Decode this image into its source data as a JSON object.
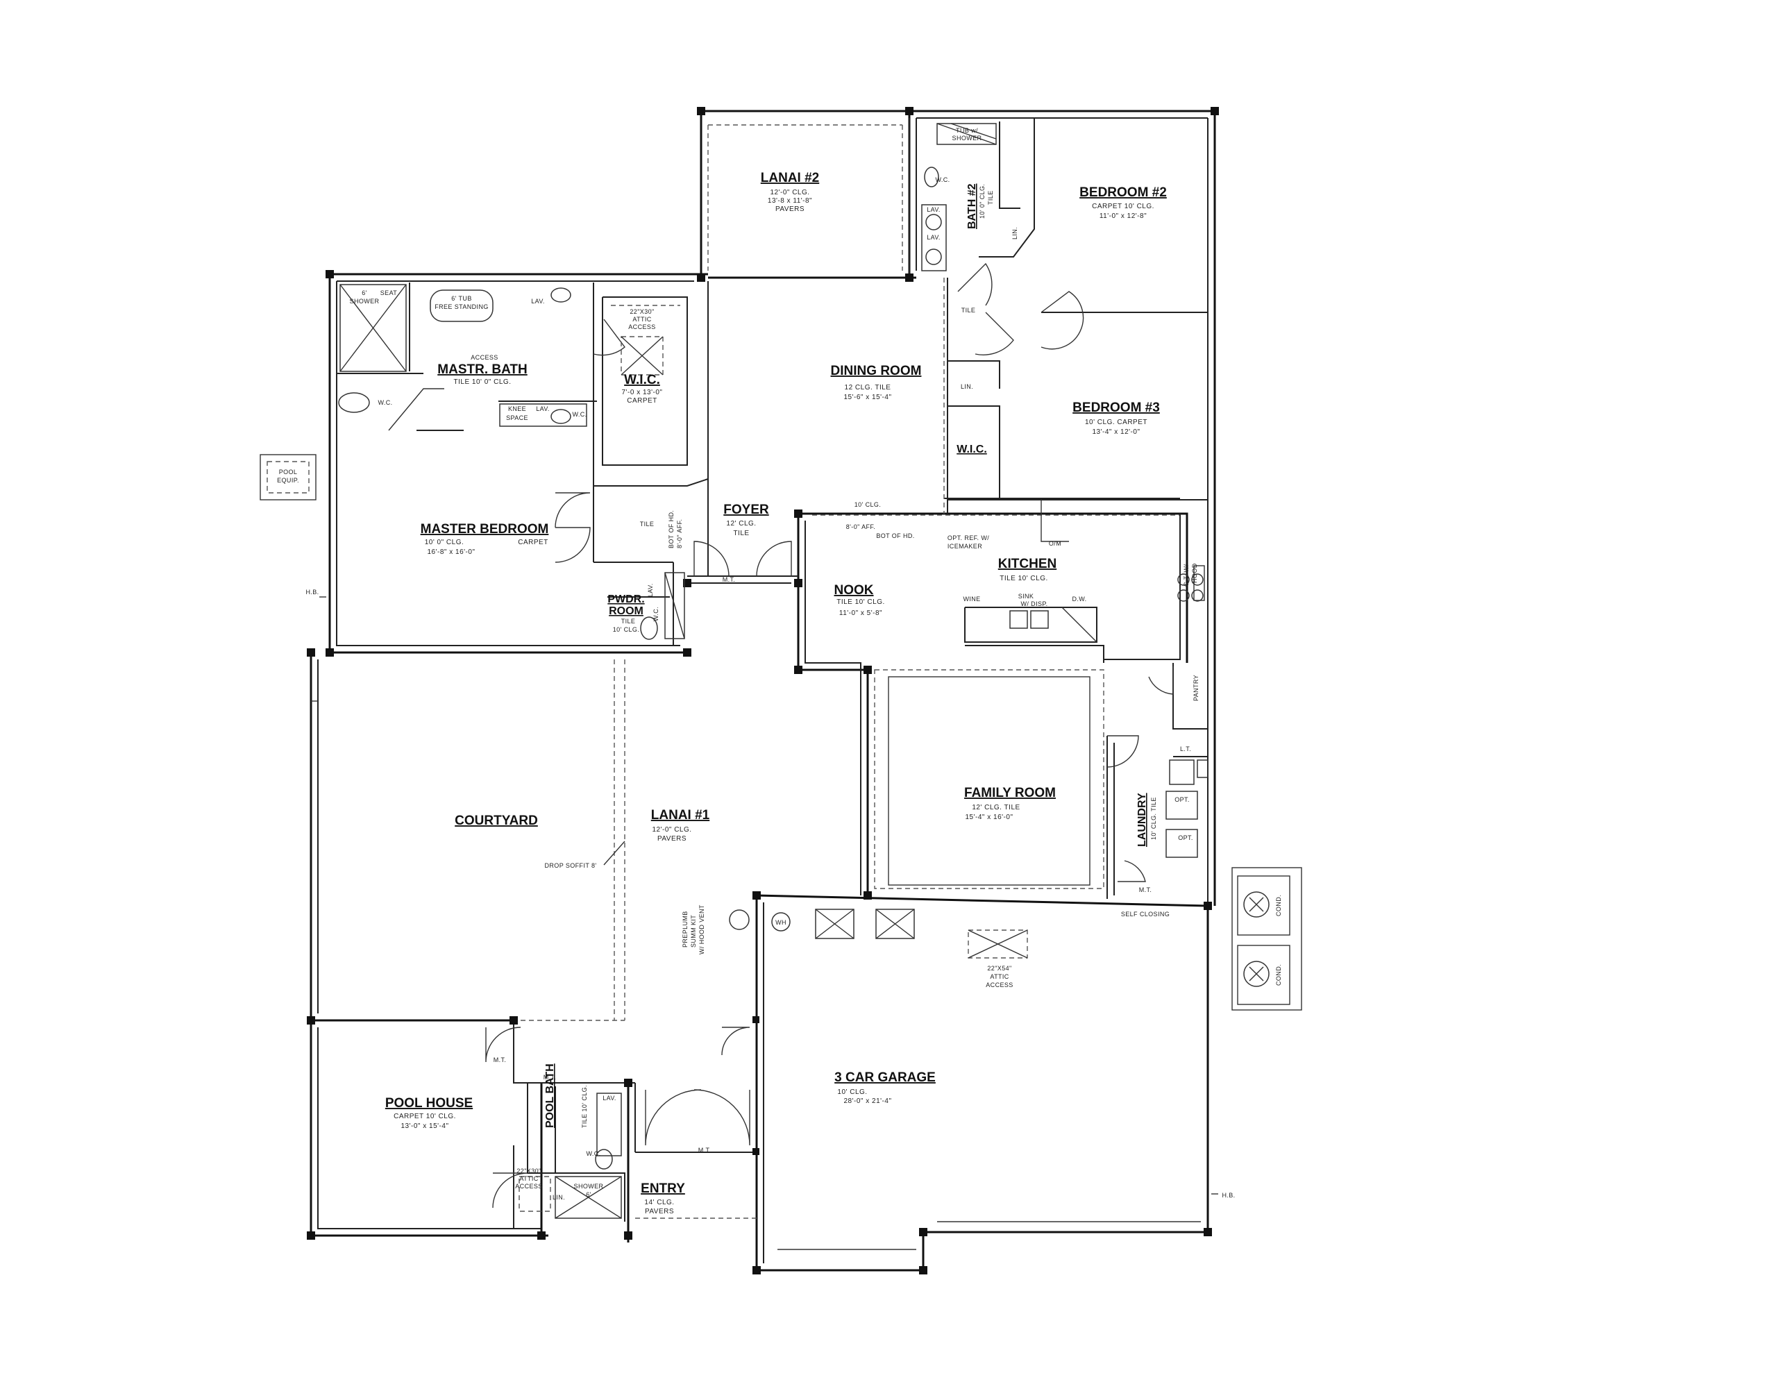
{
  "rooms": {
    "lanai2": {
      "name": "LANAI #2",
      "l1": "12'-0\" CLG.",
      "l2": "13'-8 x 11'-8\"",
      "l3": "PAVERS"
    },
    "bath2": {
      "name": "BATH #2",
      "l1": "10' 0\" CLG.",
      "l2": "TILE"
    },
    "bedroom2": {
      "name": "BEDROOM #2",
      "l1": "CARPET    10' CLG.",
      "l2": "11'-0\" x 12'-8\""
    },
    "mastr_bath": {
      "name": "MASTR. BATH",
      "l1": "TILE  10' 0\" CLG."
    },
    "wic_master": {
      "name": "W.I.C.",
      "l1": "7'-0 x 13'-0\"",
      "l2": "CARPET"
    },
    "dining": {
      "name": "DINING ROOM",
      "l1": "12 CLG.      TILE",
      "l2": "15'-6\" x 15'-4\""
    },
    "bedroom3": {
      "name": "BEDROOM #3",
      "l1": "10' CLG.     CARPET",
      "l2": "13'-4\" x 12'-0\""
    },
    "wic_bed3": {
      "name": "W.I.C."
    },
    "foyer": {
      "name": "FOYER",
      "l1": "12' CLG.",
      "l2": "TILE"
    },
    "master_bedroom": {
      "name": "MASTER BEDROOM",
      "l1": "10' 0\" CLG.",
      "l1b": "CARPET",
      "l2": "16'-8\" x 16'-0\""
    },
    "kitchen": {
      "name": "KITCHEN",
      "l1": "TILE   10' CLG."
    },
    "nook": {
      "name": "NOOK",
      "l1": "TILE   10' CLG.",
      "l2": "11'-0\" x 5'-8\""
    },
    "pwdr": {
      "name1": "PWDR.",
      "name2": "ROOM",
      "l1": "TILE",
      "l2": "10' CLG."
    },
    "courtyard": {
      "name": "COURTYARD"
    },
    "lanai1": {
      "name": "LANAI #1",
      "l1": "12'-0\" CLG.",
      "l2": "PAVERS"
    },
    "family": {
      "name": "FAMILY ROOM",
      "l1": "12' CLG.        TILE",
      "l2": "15'-4\" x 16'-0\""
    },
    "laundry": {
      "name": "LAUNDRY",
      "l1": "10' CLG. TILE"
    },
    "garage": {
      "name": "3 CAR GARAGE",
      "l1": "10' CLG.",
      "l2": "28'-0\" x 21'-4\""
    },
    "pool_house": {
      "name": "POOL HOUSE",
      "l1": "CARPET    10' CLG.",
      "l2": "13'-0\" x 15'-4\""
    },
    "pool_bath": {
      "name": "POOL BATH",
      "l1": "TILE  10' CLG."
    },
    "entry": {
      "name": "ENTRY",
      "l1": "14' CLG.",
      "l2": "PAVERS"
    }
  },
  "notes": {
    "pool_equip_1": "POOL",
    "pool_equip_2": "EQUIP.",
    "hb": "H.B.",
    "attic1_a": "22\"X30\"",
    "attic1_b": "ATTIC",
    "attic1_c": "ACCESS",
    "attic2_a": "22\"X54\"",
    "attic2_b": "ATTIC",
    "attic2_c": "ACCESS",
    "attic3_a": "22\"X30\"",
    "attic3_b": "ATTIC",
    "attic3_c": "ACCESS",
    "access": "ACCESS",
    "tub_a": "6' TUB",
    "tub_b": "FREE STANDING",
    "shower_a": "6'",
    "shower_b": "SHOWER",
    "seat": "SEAT",
    "lav": "LAV.",
    "wc": "W.C.",
    "knee_a": "KNEE",
    "knee_b": "SPACE",
    "tub_shower_a": "TUB w/",
    "tub_shower_b": "SHOWER",
    "lin": "LIN.",
    "tile": "TILE",
    "clg10": "10' CLG.",
    "bot_hd_1": "BOT OF HD.",
    "bot_hd_2": "8'-0\" AFF.",
    "aff_1": "8'-0\" AFF.",
    "aff_2": "BOT OF HD.",
    "opt_ref_1": "OPT. REF. W/",
    "opt_ref_2": "ICEMAKER",
    "om": "O/M",
    "wine": "WINE",
    "sink_1": "SINK",
    "sink_2": "W/ DISP.",
    "dw": "D.W.",
    "ct_hood_1": "C.T. W/",
    "ct_hood_2": "HOOD",
    "pantry": "PANTRY",
    "lt": "L.T.",
    "opt": "OPT.",
    "mt": "M.T.",
    "self_closing": "SELF CLOSING",
    "drop_soffit": "DROP SOFFIT 8'",
    "prep_1": "PREPLUMB",
    "prep_2": "SUMM KIT",
    "prep_3": "W/ HOOD VENT",
    "wh": "WH",
    "cond": "COND.",
    "shower_pb_a": "SHOWER",
    "shower_pb_b": "6'"
  }
}
